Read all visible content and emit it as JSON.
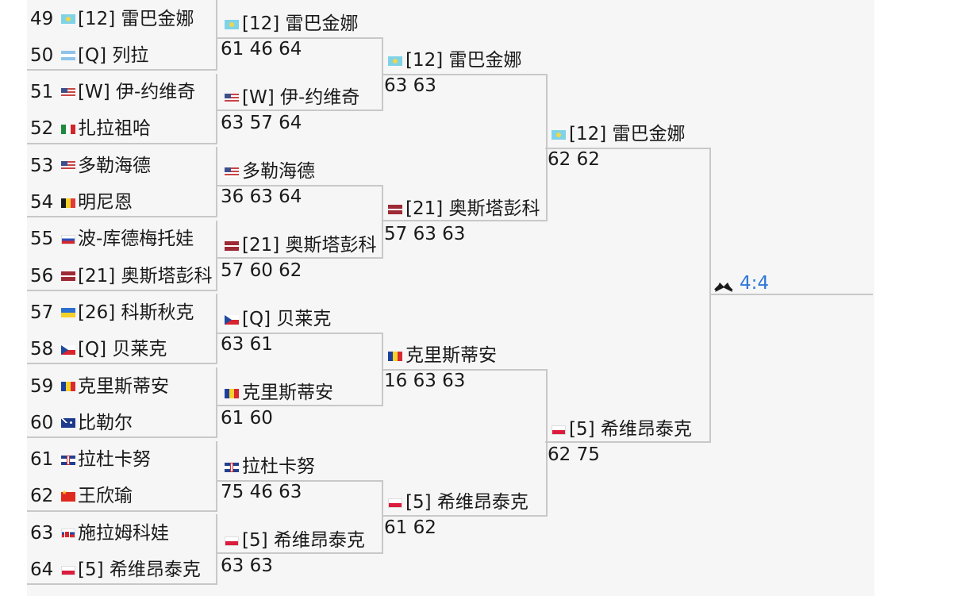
{
  "round1": [
    {
      "seed": "49",
      "flag": "kz",
      "name": "[12] 雷巴金娜"
    },
    {
      "seed": "50",
      "flag": "ar",
      "name": "[Q] 列拉"
    },
    {
      "seed": "51",
      "flag": "us",
      "name": "[W] 伊-约维奇"
    },
    {
      "seed": "52",
      "flag": "mx",
      "name": "扎拉祖哈"
    },
    {
      "seed": "53",
      "flag": "us",
      "name": "多勒海德"
    },
    {
      "seed": "54",
      "flag": "be",
      "name": "明尼恩"
    },
    {
      "seed": "55",
      "flag": "ru",
      "name": "波-库德梅托娃"
    },
    {
      "seed": "56",
      "flag": "lv",
      "name": "[21] 奥斯塔彭科"
    },
    {
      "seed": "57",
      "flag": "ua",
      "name": "[26] 科斯秋克"
    },
    {
      "seed": "58",
      "flag": "cz",
      "name": "[Q] 贝莱克"
    },
    {
      "seed": "59",
      "flag": "ro",
      "name": "克里斯蒂安"
    },
    {
      "seed": "60",
      "flag": "au",
      "name": "比勒尔"
    },
    {
      "seed": "61",
      "flag": "gb",
      "name": "拉杜卡努"
    },
    {
      "seed": "62",
      "flag": "cn",
      "name": "王欣瑜"
    },
    {
      "seed": "63",
      "flag": "sk",
      "name": "施拉姆科娃"
    },
    {
      "seed": "64",
      "flag": "pl",
      "name": "[5] 希维昂泰克"
    }
  ],
  "round2": [
    {
      "flag": "kz",
      "name": "[12] 雷巴金娜",
      "score": "61 46 64"
    },
    {
      "flag": "us",
      "name": "[W] 伊-约维奇",
      "score": "63 57 64"
    },
    {
      "flag": "us",
      "name": "多勒海德",
      "score": "36 63 64"
    },
    {
      "flag": "lv",
      "name": "[21] 奥斯塔彭科",
      "score": "57 60 62"
    },
    {
      "flag": "cz",
      "name": "[Q] 贝莱克",
      "score": "63 61"
    },
    {
      "flag": "ro",
      "name": "克里斯蒂安",
      "score": "61 60"
    },
    {
      "flag": "gb",
      "name": "拉杜卡努",
      "score": "75 46 63"
    },
    {
      "flag": "pl",
      "name": "[5] 希维昂泰克",
      "score": "63 63"
    }
  ],
  "round3": [
    {
      "flag": "kz",
      "name": "[12] 雷巴金娜",
      "score": "63 63"
    },
    {
      "flag": "lv",
      "name": "[21] 奥斯塔彭科",
      "score": "57 63 63"
    },
    {
      "flag": "ro",
      "name": "克里斯蒂安",
      "score": "16 63 63"
    },
    {
      "flag": "pl",
      "name": "[5] 希维昂泰克",
      "score": "61 62"
    }
  ],
  "round4": [
    {
      "flag": "kz",
      "name": "[12] 雷巴金娜",
      "score": "62 62"
    },
    {
      "flag": "pl",
      "name": "[5] 希维昂泰克",
      "score": "62 75"
    }
  ],
  "final_match": {
    "icon": "crossed-swords-icon",
    "h2h": "4:4"
  }
}
